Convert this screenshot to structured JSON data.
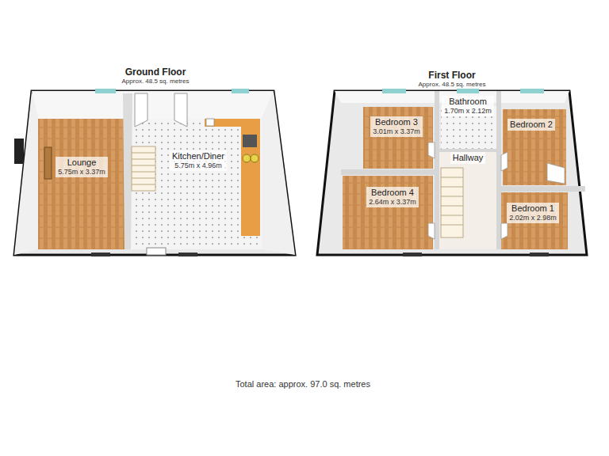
{
  "diagram": {
    "caption": "Total area: approx. 97.0 sq. metres",
    "nodes": [
      {
        "text": [
          "Ground Floor",
          "Approx. 48.5 sq. metres"
        ]
      },
      {
        "text": [
          "Lounge",
          "5.75m x 3.37m"
        ],
        "in": 0
      },
      {
        "text": [
          "Kitchen/Diner",
          "5.75m x 4.96m"
        ],
        "in": 0
      },
      {
        "text": [
          "First Floor",
          "Approx. 48.5 sq. metres"
        ]
      },
      {
        "text": [
          "Bedroom 3",
          "3.01m x 3.37m"
        ],
        "in": 3
      },
      {
        "text": [
          "Bathroom",
          "1.70m x 2.12m"
        ],
        "in": 3
      },
      {
        "text": [
          "Bedroom 2"
        ],
        "in": 3
      },
      {
        "text": [
          "Hallway"
        ],
        "in": 3
      },
      {
        "text": [
          "Bedroom 4",
          "2.64m x 3.37m"
        ],
        "in": 3
      },
      {
        "text": [
          "Bedroom 1",
          "2.02m x 2.98m"
        ],
        "in": 3
      }
    ],
    "edges": []
  }
}
